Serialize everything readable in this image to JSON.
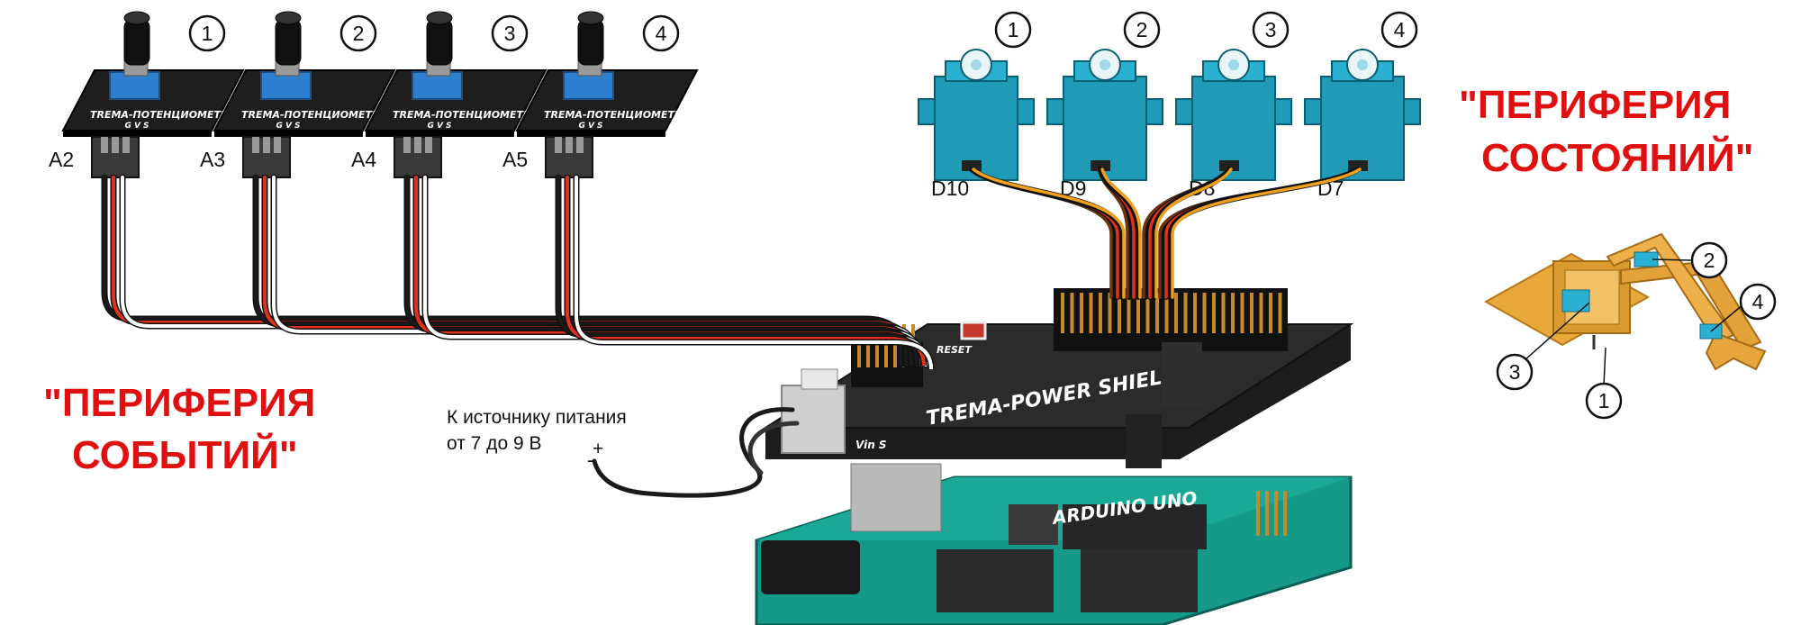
{
  "potentiometers": [
    {
      "number": "1",
      "pin": "A2",
      "board_label": "TREMA-ПОТЕНЦИОМЕТР",
      "pins_label": "G V S"
    },
    {
      "number": "2",
      "pin": "A3",
      "board_label": "TREMA-ПОТЕНЦИОМЕТР",
      "pins_label": "G V S"
    },
    {
      "number": "3",
      "pin": "A4",
      "board_label": "TREMA-ПОТЕНЦИОМЕТР",
      "pins_label": "G V S"
    },
    {
      "number": "4",
      "pin": "A5",
      "board_label": "TREMA-ПОТЕНЦИОМЕТР",
      "pins_label": "G V S"
    }
  ],
  "servos": [
    {
      "number": "1",
      "pin": "D10"
    },
    {
      "number": "2",
      "pin": "D9"
    },
    {
      "number": "3",
      "pin": "D8"
    },
    {
      "number": "4",
      "pin": "D7"
    }
  ],
  "left_title": {
    "line1": "\"ПЕРИФЕРИЯ",
    "line2": "СОБЫТИЙ\""
  },
  "right_title": {
    "line1": "\"ПЕРИФЕРИЯ",
    "line2": "СОСТОЯНИЙ\""
  },
  "power_note": {
    "line1": "К источнику питания",
    "line2": "от 7 до 9 В",
    "plus": "+",
    "minus": "-"
  },
  "shield": {
    "name": "TREMA-POWER SHIELD",
    "reset": "RESET",
    "vin": "Vin S"
  },
  "arduino": {
    "name": "ARDUINO UNO"
  },
  "robot_arm": {
    "callouts": [
      "1",
      "2",
      "3",
      "4"
    ]
  },
  "colors": {
    "red": "#e01010",
    "servo": "#1f9bb8",
    "pcb_green": "#159a8a",
    "wire_brown": "#6b3410",
    "wire_red": "#e0301e",
    "wire_orange": "#f0a020"
  }
}
